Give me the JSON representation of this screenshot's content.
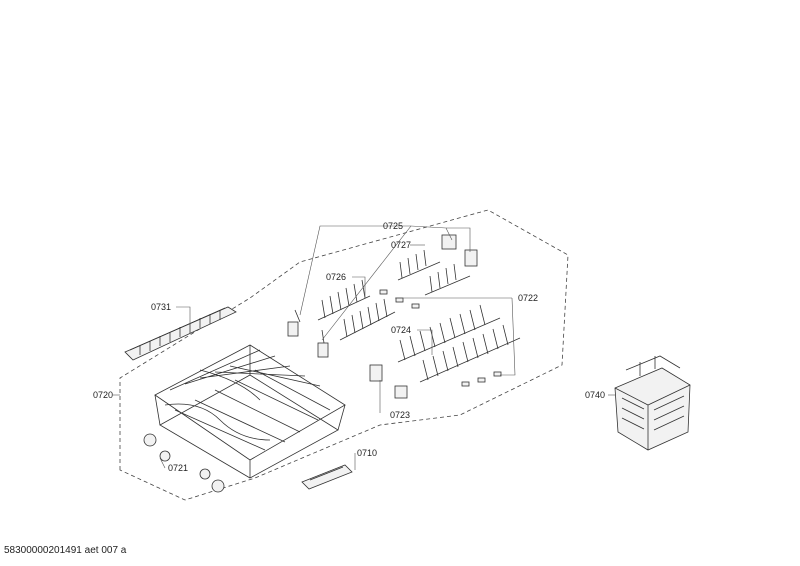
{
  "diagram": {
    "labels": {
      "p0725": "0725",
      "p0727": "0727",
      "p0726": "0726",
      "p0722": "0722",
      "p0731": "0731",
      "p0724": "0724",
      "p0720": "0720",
      "p0723": "0723",
      "p0740": "0740",
      "p0710": "0710",
      "p0721": "0721"
    },
    "footer": "58300000201491 aet 007 a"
  }
}
